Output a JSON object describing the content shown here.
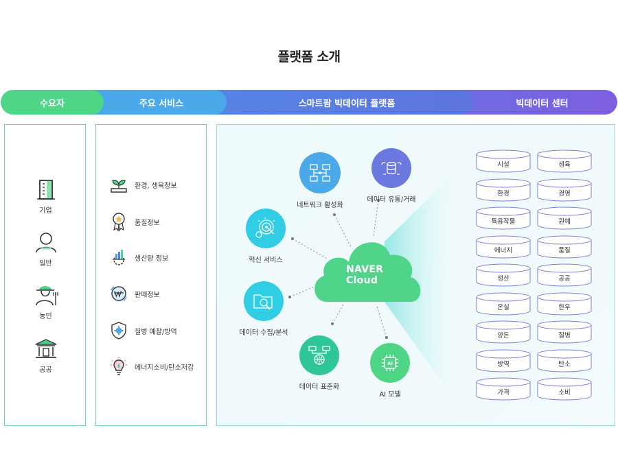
{
  "title": "플랫폼 소개",
  "ribbon": {
    "users": "수요자",
    "services": "주요 서비스",
    "platform": "스마트팜 빅데이터 플랫폼",
    "center": "빅데이터 센터"
  },
  "users": [
    "기업",
    "일반",
    "농민",
    "공공"
  ],
  "services": [
    "환경, 생육정보",
    "품질정보",
    "생산량 정보",
    "판매정보",
    "질병 예찰/방역",
    "에너지소비/탄소저감"
  ],
  "platform": {
    "cloud_line1": "NAVER",
    "cloud_line2": "Cloud",
    "nodes": {
      "network": "네트워크 활성화",
      "trade": "데이터 유통/거래",
      "innovation": "혁신 서비스",
      "collect": "데이터 수집/분석",
      "standard": "데이터 표준화",
      "ai": "AI 모델",
      "ai_chip": "AI"
    }
  },
  "center": {
    "left": [
      "시설",
      "환경",
      "특용작물",
      "에너지",
      "생산",
      "온실",
      "양돈",
      "방역",
      "가격"
    ],
    "right": [
      "생육",
      "경영",
      "원예",
      "품질",
      "공공",
      "한우",
      "질병",
      "탄소",
      "소비"
    ]
  },
  "colors": {
    "green": "#4fd586",
    "blue": "#4ba8e9",
    "indigo": "#5a7de3",
    "purple": "#7e5fdf",
    "teal_border": "#6fd2b9"
  }
}
